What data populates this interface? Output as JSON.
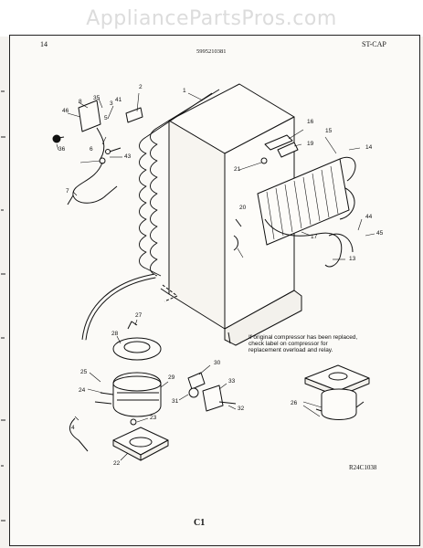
{
  "watermark": "AppliancePartsPros.com",
  "header": {
    "left": "14",
    "model": "5995210381",
    "right": "ST-CAP"
  },
  "note": "If original compressor has been replaced, check label on compressor for replacement overload and relay.",
  "reference_code": "R24C1038",
  "page_code": "C1",
  "callouts": [
    "1",
    "2",
    "3",
    "4",
    "5",
    "6",
    "7",
    "8",
    "13",
    "14",
    "15",
    "16",
    "17",
    "19",
    "20",
    "21",
    "22",
    "23",
    "24",
    "25",
    "26",
    "27",
    "28",
    "29",
    "30",
    "31",
    "32",
    "33",
    "35",
    "36",
    "41",
    "43",
    "44",
    "45",
    "46"
  ],
  "colors": {
    "ink": "#111111",
    "paper": "#fbfaf7",
    "watermark": "#dcdcdc"
  }
}
